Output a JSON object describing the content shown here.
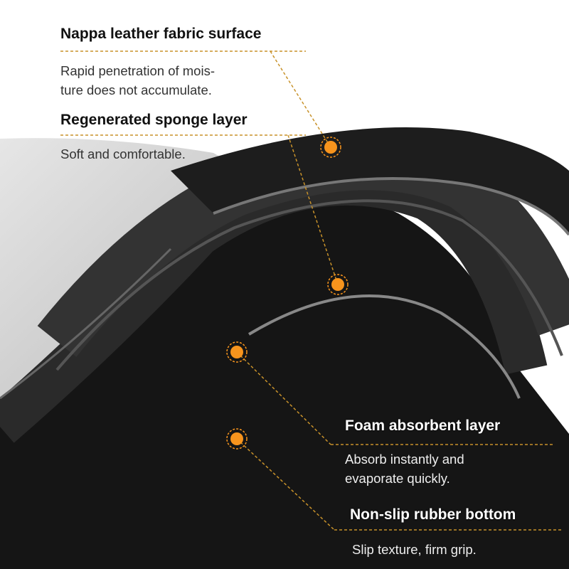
{
  "labels": [
    {
      "title": "Nappa leather fabric surface",
      "desc": [
        "Rapid penetration of mois-",
        "ture does not accumulate."
      ]
    },
    {
      "title": "Regenerated sponge layer",
      "desc": [
        "Soft and comfortable."
      ]
    },
    {
      "title": "Foam absorbent layer",
      "desc": [
        "Absorb instantly and",
        "evaporate quickly."
      ]
    },
    {
      "title": "Non-slip rubber bottom",
      "desc": [
        "Slip texture, firm grip."
      ]
    }
  ],
  "colors": {
    "accent": "#f7941d",
    "leader": "#c8922a",
    "fabric": "#d4d4d4",
    "layer": "#1c1c1c"
  }
}
